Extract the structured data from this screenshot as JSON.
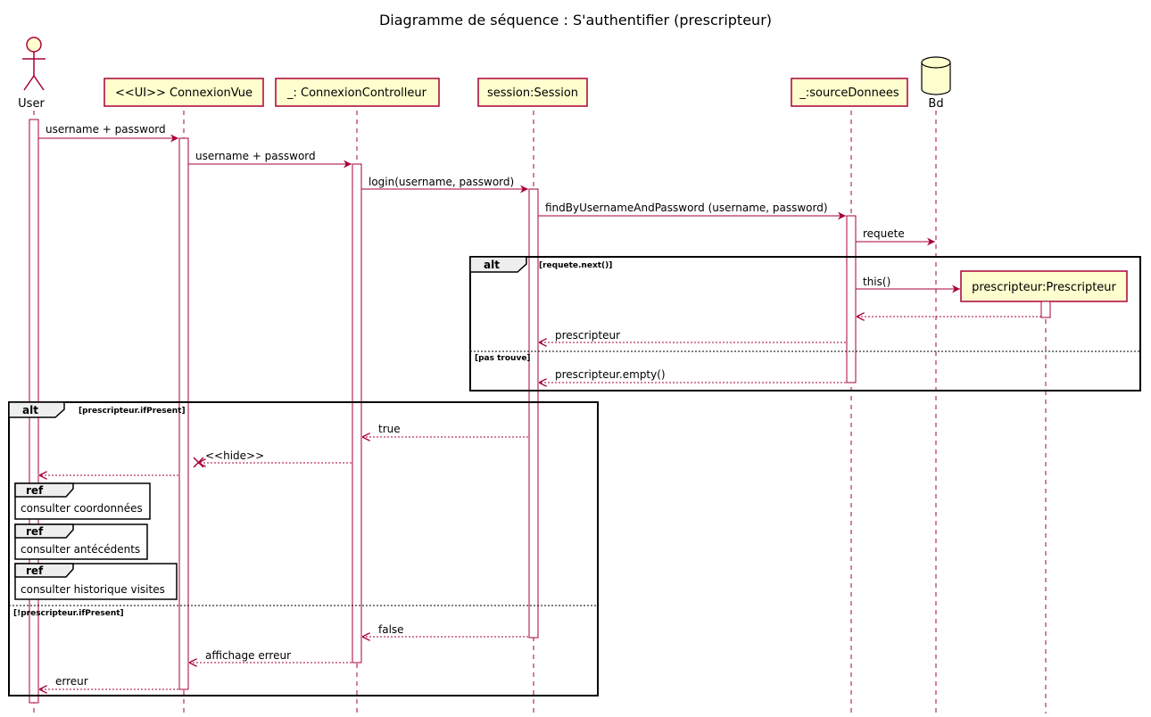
{
  "diagram": {
    "title": "Diagramme de séquence : S'authentifier (prescripteur)",
    "participants": [
      {
        "id": "user",
        "label": "User",
        "kind": "actor"
      },
      {
        "id": "vue",
        "label": "<<UI>> ConnexionVue",
        "kind": "box"
      },
      {
        "id": "ctrl",
        "label": "_: ConnexionControlleur",
        "kind": "box"
      },
      {
        "id": "session",
        "label": "session:Session",
        "kind": "box"
      },
      {
        "id": "source",
        "label": "_:sourceDonnees",
        "kind": "box"
      },
      {
        "id": "bd",
        "label": "Bd",
        "kind": "database"
      },
      {
        "id": "prescripteur",
        "label": "prescripteur:Prescripteur",
        "kind": "created"
      }
    ],
    "messages": [
      {
        "label": "username + password",
        "from": "user",
        "to": "vue",
        "type": "sync"
      },
      {
        "label": "username + password",
        "from": "vue",
        "to": "ctrl",
        "type": "sync"
      },
      {
        "label": "login(username, password)",
        "from": "ctrl",
        "to": "session",
        "type": "sync"
      },
      {
        "label": "findByUsernameAndPassword (username, password)",
        "from": "session",
        "to": "source",
        "type": "sync"
      },
      {
        "label": "requete",
        "from": "source",
        "to": "bd",
        "type": "sync"
      },
      {
        "label": "this()",
        "from": "source",
        "to": "prescripteur",
        "type": "create"
      },
      {
        "label": "",
        "from": "prescripteur",
        "to": "source",
        "type": "return"
      },
      {
        "label": "prescripteur",
        "from": "source",
        "to": "session",
        "type": "return"
      },
      {
        "label": "prescripteur.empty()",
        "from": "source",
        "to": "session",
        "type": "return"
      },
      {
        "label": "true",
        "from": "session",
        "to": "ctrl",
        "type": "return"
      },
      {
        "label": "<<hide>>",
        "from": "ctrl",
        "to": "vue",
        "type": "return-destroy"
      },
      {
        "label": "",
        "from": "vue",
        "to": "user",
        "type": "return"
      },
      {
        "label": "false",
        "from": "session",
        "to": "ctrl",
        "type": "return"
      },
      {
        "label": "affichage erreur",
        "from": "ctrl",
        "to": "vue",
        "type": "return"
      },
      {
        "label": "erreur",
        "from": "vue",
        "to": "user",
        "type": "return"
      }
    ],
    "fragments": [
      {
        "keyword": "alt",
        "guards": [
          "[requete.next()]",
          "[pas trouve]"
        ]
      },
      {
        "keyword": "alt",
        "guards": [
          "[prescripteur.ifPresent]",
          "[!prescripteur.ifPresent]"
        ]
      }
    ],
    "refs": [
      {
        "keyword": "ref",
        "label": "consulter coordonnées"
      },
      {
        "keyword": "ref",
        "label": "consulter antécédents"
      },
      {
        "keyword": "ref",
        "label": "consulter historique visites"
      }
    ]
  }
}
